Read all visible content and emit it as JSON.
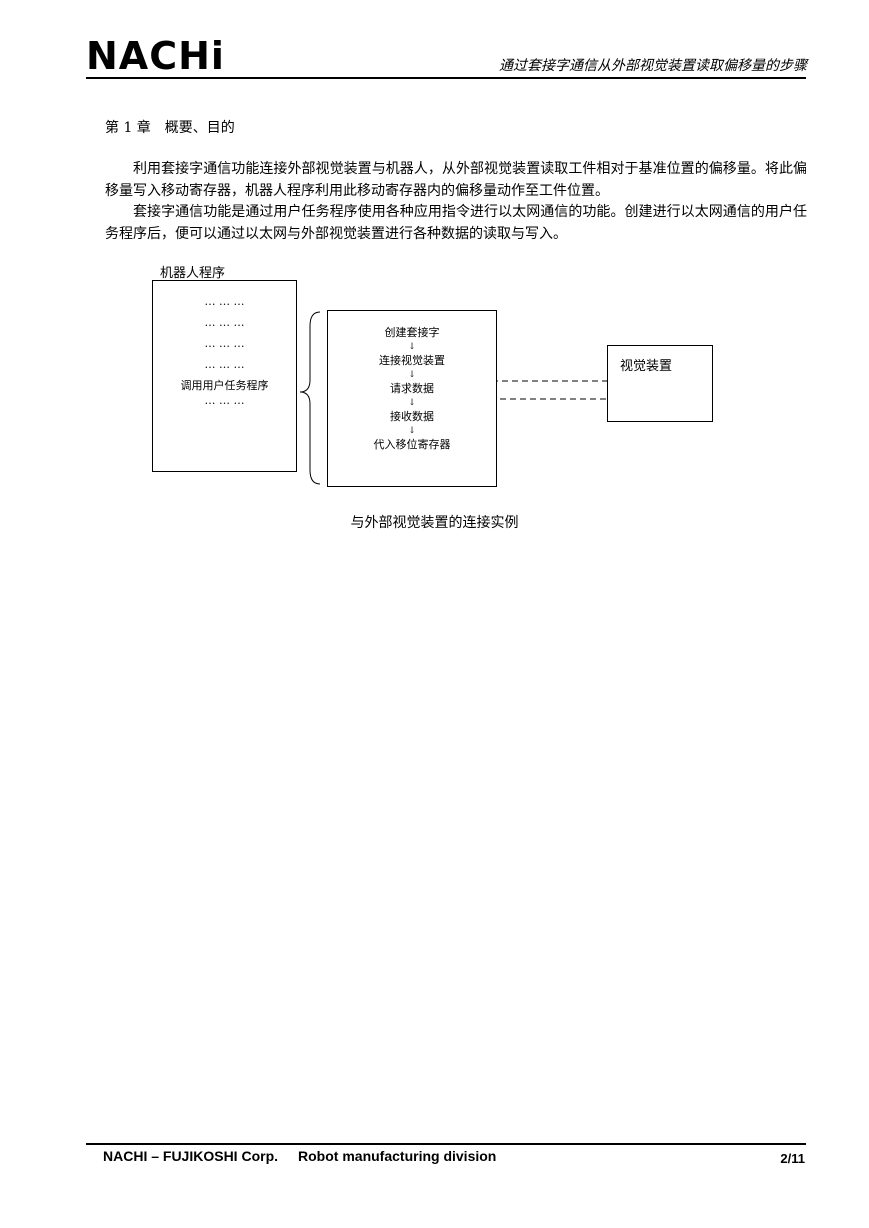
{
  "header": {
    "logo": "NACHi",
    "title": "通过套接字通信从外部视觉装置读取偏移量的步骤"
  },
  "chapter": {
    "heading": "第 1 章　概要、目的"
  },
  "body": {
    "paragraph1": "利用套接字通信功能连接外部视觉装置与机器人，从外部视觉装置读取工件相对于基准位置的偏移量。将此偏移量写入移动寄存器，机器人程序利用此移动寄存器内的偏移量动作至工件位置。",
    "paragraph2": "套接字通信功能是通过用户任务程序使用各种应用指令进行以太网通信的功能。创建进行以太网通信的用户任务程序后，便可以通过以太网与外部视觉装置进行各种数据的读取与写入。"
  },
  "diagram": {
    "robot_program_title": "机器人程序",
    "robot_program_lines": [
      "… … …",
      "… … …",
      "… … …",
      "… … …",
      "调用用户任务程序",
      "… … …"
    ],
    "user_task_steps": [
      "创建套接字",
      "连接视觉装置",
      "请求数据",
      "接收数据",
      "代入移位寄存器"
    ],
    "step_arrow": "↓",
    "vision_device": "视觉装置",
    "caption": "与外部视觉装置的连接实例"
  },
  "footer": {
    "company": "NACHI – FUJIKOSHI Corp.",
    "division": "Robot manufacturing division",
    "page": "2/11"
  }
}
